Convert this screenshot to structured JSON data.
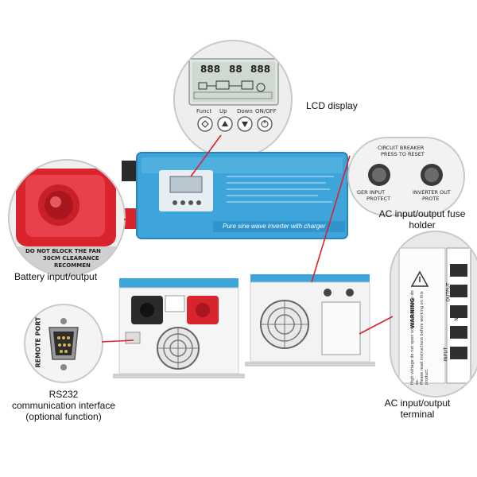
{
  "callouts": {
    "lcd": "LCD display",
    "battery": "Battery input/output",
    "fuse": "AC input/output fuse holder",
    "rs232_line1": "RS232",
    "rs232_line2": "communication interface",
    "rs232_line3": "(optional function)",
    "terminal_line1": "AC input/output",
    "terminal_line2": "terminal"
  },
  "lcd_panel": {
    "digits_1": "888",
    "digits_2": "88",
    "digits_3": "888",
    "buttons": [
      "Funct",
      "Up",
      "Down",
      "ON/OFF"
    ]
  },
  "product": {
    "front_text": "Pure sine wave inverter with charger"
  },
  "battery_panel": {
    "warning_1": "DO NOT BLOCK THE FAN",
    "warning_2": "30CM CLEARANCE",
    "warning_3": "RECOMMEN"
  },
  "fuse_panel": {
    "title_1": "CIRCUIT BREAKER",
    "title_2": "PRESS TO RESET",
    "left": "GER INPUT",
    "left_2": "PROTECT",
    "right": "INVERTER OUT",
    "right_2": "PROTE"
  },
  "port_panel": {
    "label": "REMOTE PORT"
  },
  "terminal_panel": {
    "warning_title": "WARNING",
    "warning_text": "High voltage do not open unless qualified to do so.",
    "instr": "Please read instructions before working on this product.",
    "in_label": "INPUT",
    "out_label": "OUTPUT",
    "n_label": "N"
  },
  "colors": {
    "accent_red": "#d9232d",
    "body_blue": "#3da5d9",
    "body_blue_dark": "#2a86b8",
    "panel_white": "#f4f4f4"
  }
}
